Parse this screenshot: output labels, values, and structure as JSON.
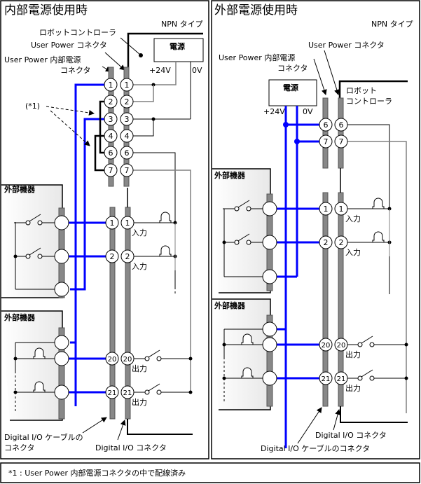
{
  "left_panel": {
    "title": "内部電源使用時",
    "type_label": "NPN タイプ",
    "robot_controller": "ロボットコントローラ",
    "user_power_connector": "User Power コネクタ",
    "user_power_internal_line1": "User Power 内部電源",
    "user_power_internal_line2": "コネクタ",
    "power_supply": "電源",
    "plus24v": "+24V",
    "zero_v": "0V",
    "note_ref": "(*1)",
    "power_pins": [
      "1",
      "2",
      "3",
      "4",
      "6",
      "7"
    ],
    "ext_device_1": "外部機器",
    "ext_device_2": "外部機器",
    "input_pins": [
      "1",
      "2"
    ],
    "input_label": "入力",
    "output_pins": [
      "20",
      "21"
    ],
    "output_label": "出力",
    "dio_cable_connector_line1": "Digital I/O ケーブルの",
    "dio_cable_connector_line2": "コネクタ",
    "dio_connector": "Digital I/O コネクタ"
  },
  "right_panel": {
    "title": "外部電源使用時",
    "type_label": "NPN タイプ",
    "user_power_connector": "User Power コネクタ",
    "user_power_internal_line1": "User Power 内部電源",
    "user_power_internal_line2": "コネクタ",
    "power_supply": "電源",
    "plus24v": "+24V",
    "zero_v": "0V",
    "robot_controller_line1": "ロボット",
    "robot_controller_line2": "コントローラ",
    "power_pins": [
      "6",
      "7"
    ],
    "ext_device_1": "外部機器",
    "ext_device_2": "外部機器",
    "input_pins": [
      "1",
      "2"
    ],
    "input_label": "入力",
    "output_pins": [
      "20",
      "21"
    ],
    "output_label": "出力",
    "dio_connector": "Digital I/O コネクタ",
    "dio_cable_connector": "Digital I/O ケーブルのコネクタ"
  },
  "footnote": "*1 : User Power 内部電源コネクタの中で配線済み",
  "colors": {
    "wire_blue": "#0000ff",
    "connector_gray": "#888888",
    "wire_gray": "#808080"
  }
}
